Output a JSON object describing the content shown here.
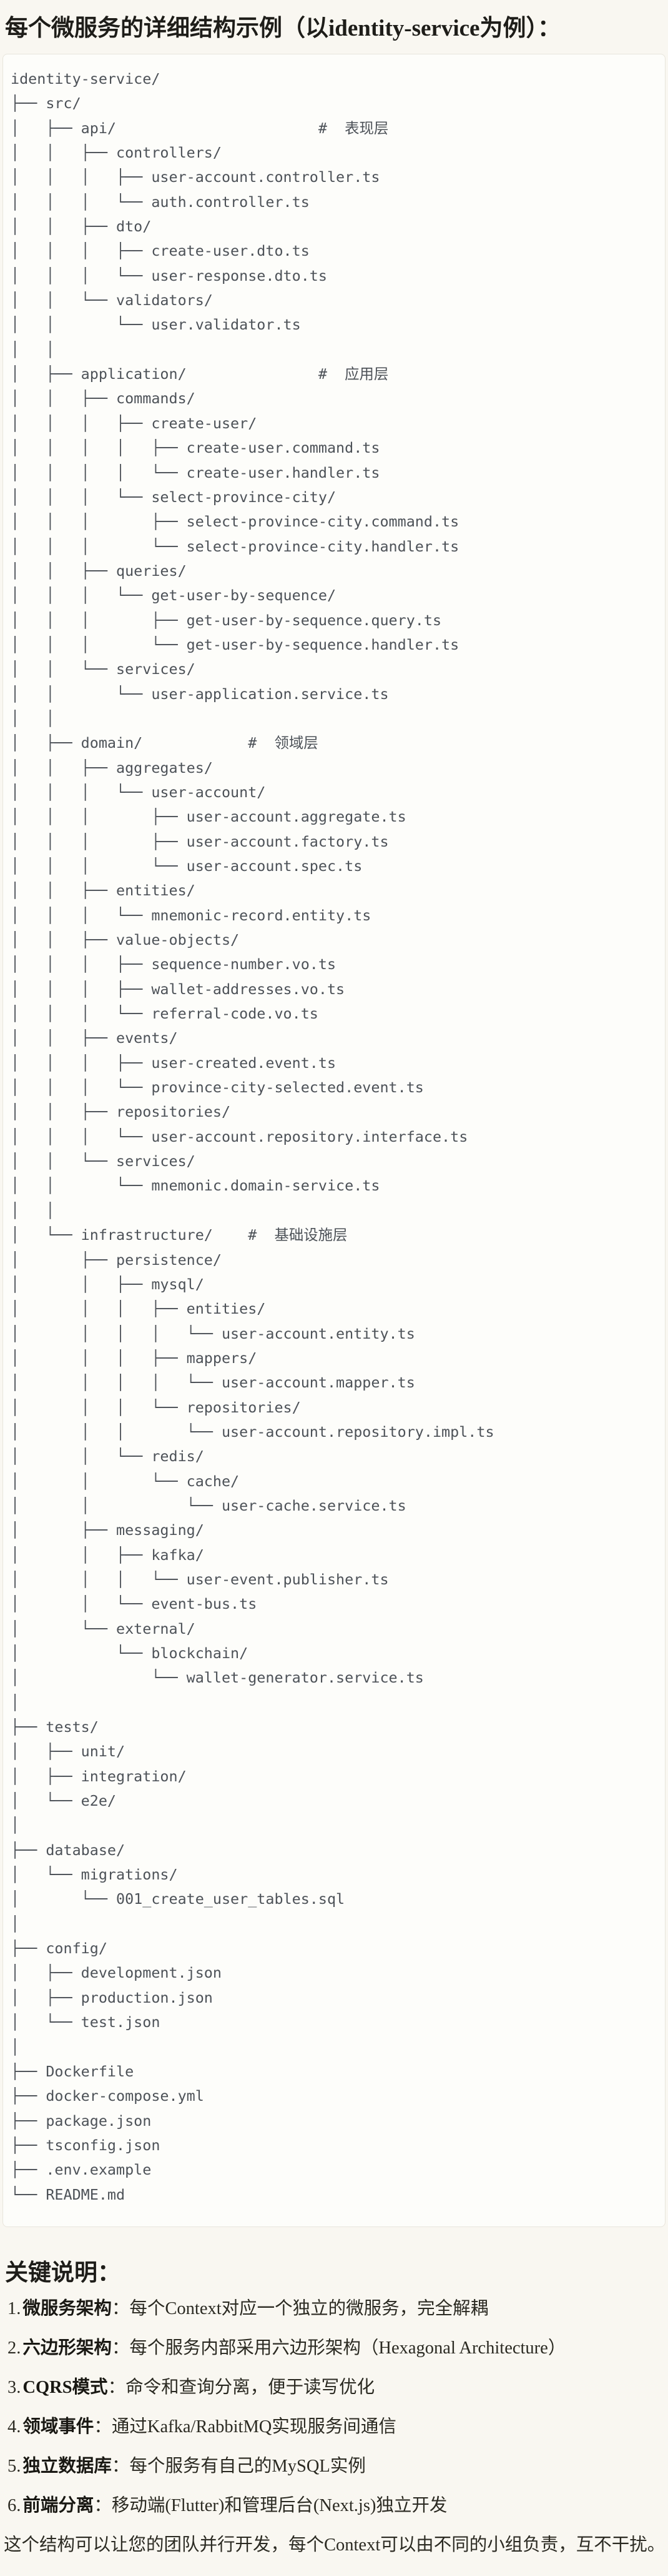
{
  "page": {
    "title_heading": "每个微服务的详细结构示例（以identity-service为例）：",
    "notes_heading": "关键说明：",
    "closing_text": "这个结构可以让您的团队并行开发，每个Context可以由不同的小组负责，互不干扰。"
  },
  "colors": {
    "page_background": "#f9f7f1",
    "code_background": "#fdfdfa",
    "code_border": "#e8e5dc",
    "tree_text": "#4d5258",
    "heading_text": "#1e1d19",
    "body_text": "#2b2a22"
  },
  "tree": {
    "lines": [
      "identity-service/",
      "├── src/",
      "│   ├── api/                       #  表现层",
      "│   │   ├── controllers/",
      "│   │   │   ├── user-account.controller.ts",
      "│   │   │   └── auth.controller.ts",
      "│   │   ├── dto/",
      "│   │   │   ├── create-user.dto.ts",
      "│   │   │   └── user-response.dto.ts",
      "│   │   └── validators/",
      "│   │       └── user.validator.ts",
      "│   │",
      "│   ├── application/               #  应用层",
      "│   │   ├── commands/",
      "│   │   │   ├── create-user/",
      "│   │   │   │   ├── create-user.command.ts",
      "│   │   │   │   └── create-user.handler.ts",
      "│   │   │   └── select-province-city/",
      "│   │   │       ├── select-province-city.command.ts",
      "│   │   │       └── select-province-city.handler.ts",
      "│   │   ├── queries/",
      "│   │   │   └── get-user-by-sequence/",
      "│   │   │       ├── get-user-by-sequence.query.ts",
      "│   │   │       └── get-user-by-sequence.handler.ts",
      "│   │   └── services/",
      "│   │       └── user-application.service.ts",
      "│   │",
      "│   ├── domain/            #  领域层",
      "│   │   ├── aggregates/",
      "│   │   │   └── user-account/",
      "│   │   │       ├── user-account.aggregate.ts",
      "│   │   │       ├── user-account.factory.ts",
      "│   │   │       └── user-account.spec.ts",
      "│   │   ├── entities/",
      "│   │   │   └── mnemonic-record.entity.ts",
      "│   │   ├── value-objects/",
      "│   │   │   ├── sequence-number.vo.ts",
      "│   │   │   ├── wallet-addresses.vo.ts",
      "│   │   │   └── referral-code.vo.ts",
      "│   │   ├── events/",
      "│   │   │   ├── user-created.event.ts",
      "│   │   │   └── province-city-selected.event.ts",
      "│   │   ├── repositories/",
      "│   │   │   └── user-account.repository.interface.ts",
      "│   │   └── services/",
      "│   │       └── mnemonic.domain-service.ts",
      "│   │",
      "│   └── infrastructure/    #  基础设施层",
      "│       ├── persistence/",
      "│       │   ├── mysql/",
      "│       │   │   ├── entities/",
      "│       │   │   │   └── user-account.entity.ts",
      "│       │   │   ├── mappers/",
      "│       │   │   │   └── user-account.mapper.ts",
      "│       │   │   └── repositories/",
      "│       │   │       └── user-account.repository.impl.ts",
      "│       │   └── redis/",
      "│       │       └── cache/",
      "│       │           └── user-cache.service.ts",
      "│       ├── messaging/",
      "│       │   ├── kafka/",
      "│       │   │   └── user-event.publisher.ts",
      "│       │   └── event-bus.ts",
      "│       └── external/",
      "│           └── blockchain/",
      "│               └── wallet-generator.service.ts",
      "│",
      "├── tests/",
      "│   ├── unit/",
      "│   ├── integration/",
      "│   └── e2e/",
      "│",
      "├── database/",
      "│   └── migrations/",
      "│       └── 001_create_user_tables.sql",
      "│",
      "├── config/",
      "│   ├── development.json",
      "│   ├── production.json",
      "│   └── test.json",
      "│",
      "├── Dockerfile",
      "├── docker-compose.yml",
      "├── package.json",
      "├── tsconfig.json",
      "├── .env.example",
      "└── README.md"
    ]
  },
  "notes": [
    {
      "num": "1.",
      "label": "微服务架构",
      "colon": "：",
      "text": "每个Context对应一个独立的微服务，完全解耦"
    },
    {
      "num": "2.",
      "label": "六边形架构",
      "colon": "：",
      "text": "每个服务内部采用六边形架构（Hexagonal Architecture）"
    },
    {
      "num": "3.",
      "label": "CQRS模式",
      "colon": "：",
      "text": "命令和查询分离，便于读写优化"
    },
    {
      "num": "4.",
      "label": "领域事件",
      "colon": "：",
      "text": "通过Kafka/RabbitMQ实现服务间通信"
    },
    {
      "num": "5.",
      "label": "独立数据库",
      "colon": "：",
      "text": "每个服务有自己的MySQL实例"
    },
    {
      "num": "6.",
      "label": "前端分离",
      "colon": "：",
      "text": "移动端(Flutter)和管理后台(Next.js)独立开发"
    }
  ]
}
